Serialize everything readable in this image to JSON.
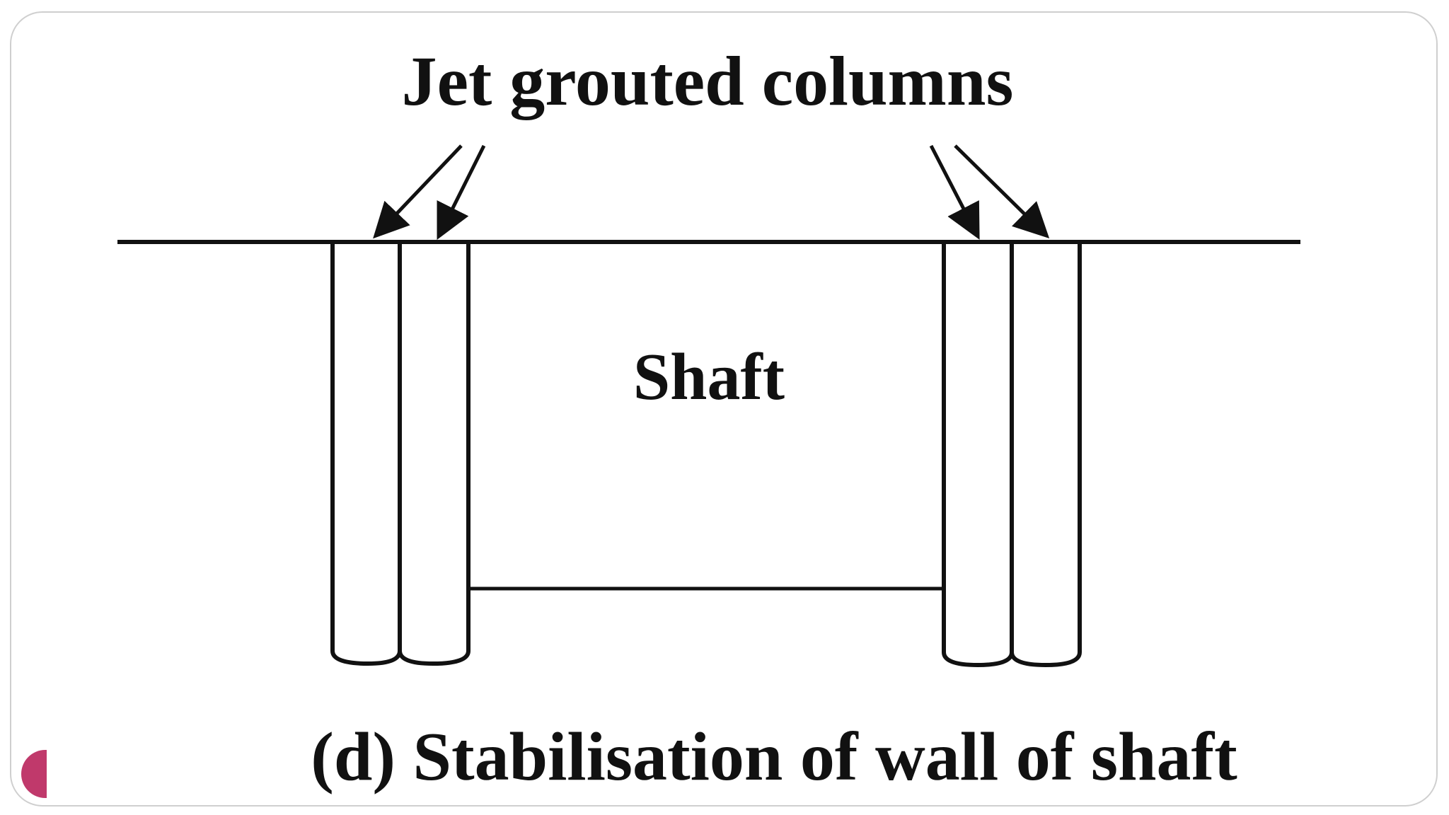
{
  "diagram": {
    "label_columns": "Jet grouted columns",
    "label_shaft": "Shaft",
    "caption": "(d) Stabilisation of wall of shaft"
  },
  "colors": {
    "ink": "#111111",
    "frame": "#cfcfcf",
    "accent": "#c0396b",
    "background": "#ffffff"
  }
}
